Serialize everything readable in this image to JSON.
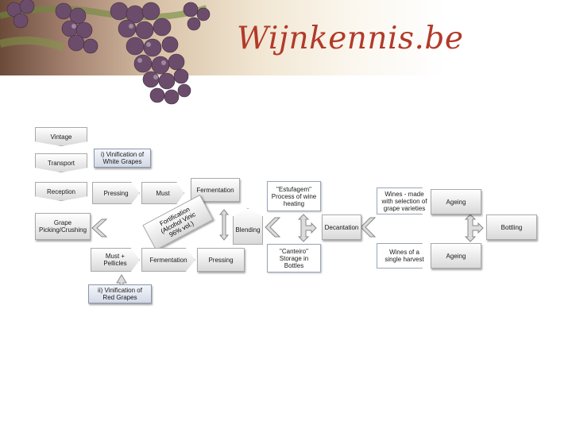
{
  "site": {
    "logo_text": "Wijnkennis.be"
  },
  "nodes": {
    "vintage": "Vintage",
    "transport": "Transport",
    "reception": "Reception",
    "grape_picking": "Grape\nPicking/Crushing",
    "white_vinification": "i) Vinification of\nWhite Grapes",
    "pressing_white": "Pressing",
    "must": "Must",
    "fermentation_white": "Fermentation",
    "fortification": "Fortification\n(Alcohol Vinic\n96% vol.)",
    "must_pellicles": "Must +\nPellicles",
    "fermentation_red": "Fermentation",
    "pressing_red": "Pressing",
    "red_vinification": "ii) Vinification of\nRed Grapes",
    "blending": "Blending",
    "estufagem": "\"Estufagem\"\nProcess of wine\nheating",
    "canteiro": "\"Canteiro\"\nStorage in\nBottles",
    "decantation": "Decantation",
    "wines_selection": "Wines - made\nwith selection of\ngrape varieties",
    "wines_single": "Wines of a\nsingle harvest",
    "ageing_top": "Ageing",
    "ageing_bottom": "Ageing",
    "bottling": "Bottling"
  }
}
